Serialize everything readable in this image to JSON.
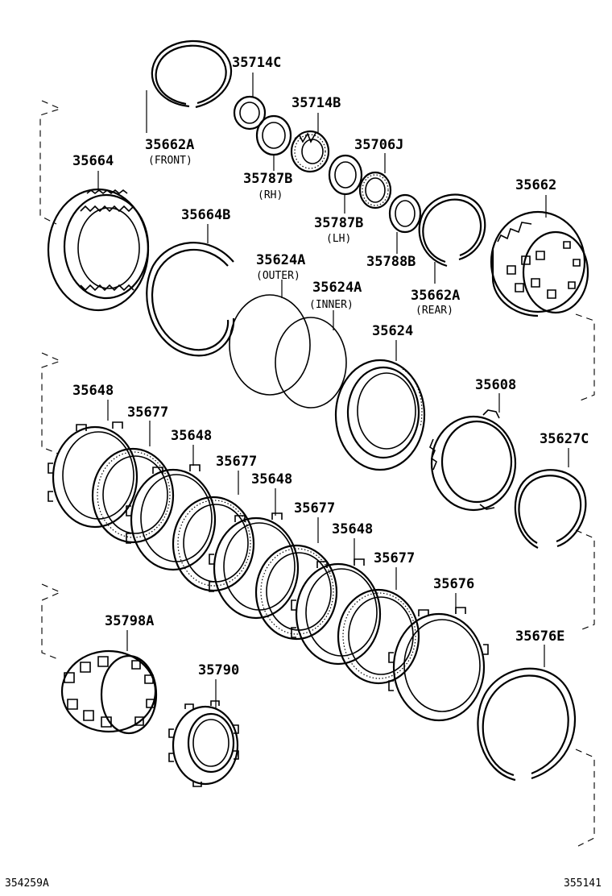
{
  "parts": {
    "p35714C": "35714C",
    "p35662A_front": "35662A",
    "note_front": "(FRONT)",
    "p35714B": "35714B",
    "p35787B_rh": "35787B",
    "note_rh": "(RH)",
    "p35706J": "35706J",
    "p35664": "35664",
    "p35787B_lh": "35787B",
    "note_lh": "(LH)",
    "p35662": "35662",
    "p35664B": "35664B",
    "p35788B": "35788B",
    "p35624A_outer": "35624A",
    "note_outer": "(OUTER)",
    "p35624A_inner": "35624A",
    "note_inner": "(INNER)",
    "p35662A_rear": "35662A",
    "note_rear": "(REAR)",
    "p35624": "35624",
    "p35648_1": "35648",
    "p35677_1": "35677",
    "p35608": "35608",
    "p35648_2": "35648",
    "p35627C": "35627C",
    "p35677_2": "35677",
    "p35648_3": "35648",
    "p35677_3": "35677",
    "p35648_4": "35648",
    "p35677_4": "35677",
    "p35676": "35676",
    "p35798A": "35798A",
    "p35676E": "35676E",
    "p35790": "35790"
  },
  "footer": {
    "left_code": "354259A",
    "right_code": "355141"
  }
}
